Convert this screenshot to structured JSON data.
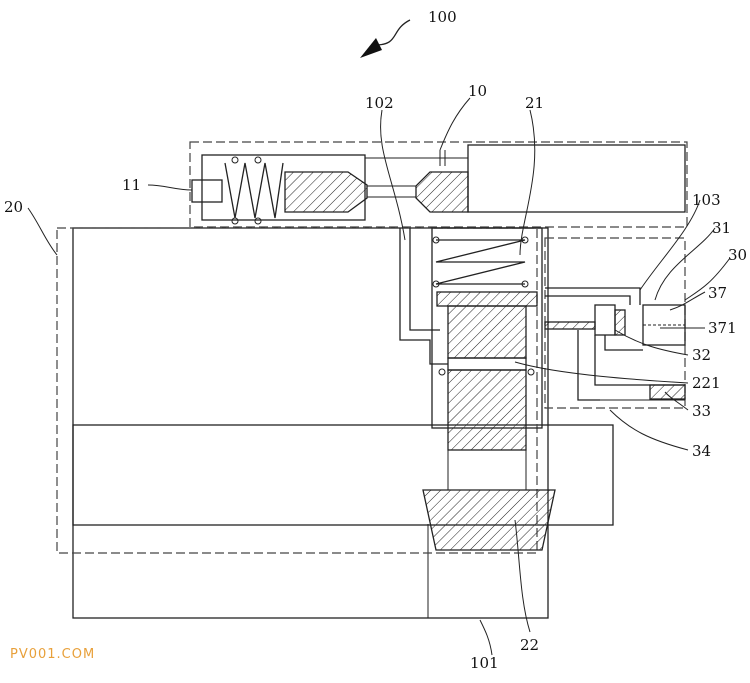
{
  "labels": {
    "l100": "100",
    "l10": "10",
    "l102": "102",
    "l21": "21",
    "l11": "11",
    "l20": "20",
    "l103": "103",
    "l31": "31",
    "l30": "30",
    "l37": "37",
    "l371": "371",
    "l32": "32",
    "l221": "221",
    "l33": "33",
    "l34": "34",
    "l22": "22",
    "l101": "101"
  },
  "watermark": "PV001.COM",
  "colors": {
    "line": "#222222",
    "watermark": "#e8a03a"
  }
}
